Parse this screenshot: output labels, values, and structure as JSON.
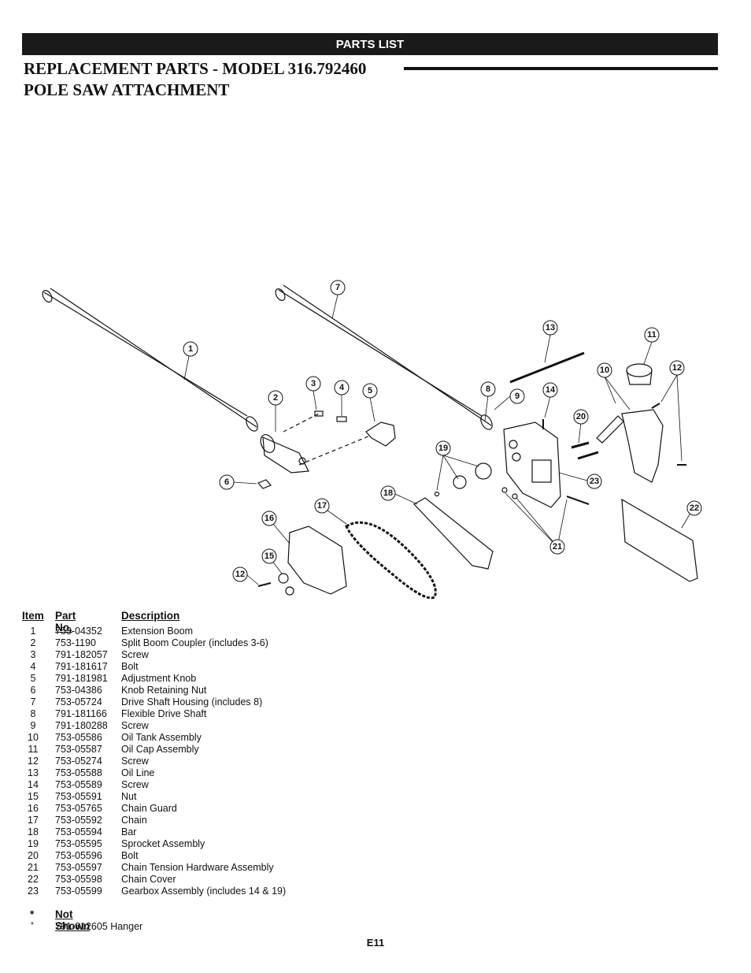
{
  "header": {
    "bar_label": "PARTS LIST",
    "title_line1": "REPLACEMENT PARTS - MODEL 316.792460",
    "title_line2": "POLE SAW ATTACHMENT"
  },
  "diagram": {
    "callouts": [
      "1",
      "2",
      "3",
      "4",
      "5",
      "6",
      "7",
      "8",
      "9",
      "10",
      "11",
      "12",
      "13",
      "14",
      "15",
      "16",
      "17",
      "18",
      "19",
      "20",
      "21",
      "22",
      "23",
      "12"
    ]
  },
  "table": {
    "headers": {
      "item": "Item",
      "part": "Part No.",
      "description": "Description"
    },
    "rows": [
      {
        "item": "1",
        "part": "753-04352",
        "description": "Extension Boom"
      },
      {
        "item": "2",
        "part": "753-1190",
        "description": "Split Boom Coupler (includes 3-6)"
      },
      {
        "item": "3",
        "part": "791-182057",
        "description": "Screw"
      },
      {
        "item": "4",
        "part": "791-181617",
        "description": "Bolt"
      },
      {
        "item": "5",
        "part": "791-181981",
        "description": "Adjustment Knob"
      },
      {
        "item": "6",
        "part": "753-04386",
        "description": "Knob Retaining Nut"
      },
      {
        "item": "7",
        "part": "753-05724",
        "description": "Drive Shaft Housing (includes 8)"
      },
      {
        "item": "8",
        "part": "791-181166",
        "description": "Flexible Drive Shaft"
      },
      {
        "item": "9",
        "part": "791-180288",
        "description": "Screw"
      },
      {
        "item": "10",
        "part": "753-05586",
        "description": "Oil Tank Assembly"
      },
      {
        "item": "11",
        "part": "753-05587",
        "description": "Oil Cap Assembly"
      },
      {
        "item": "12",
        "part": "753-05274",
        "description": "Screw"
      },
      {
        "item": "13",
        "part": "753-05588",
        "description": "Oil Line"
      },
      {
        "item": "14",
        "part": "753-05589",
        "description": "Screw"
      },
      {
        "item": "15",
        "part": "753-05591",
        "description": "Nut"
      },
      {
        "item": "16",
        "part": "753-05765",
        "description": "Chain Guard"
      },
      {
        "item": "17",
        "part": "753-05592",
        "description": "Chain"
      },
      {
        "item": "18",
        "part": "753-05594",
        "description": "Bar"
      },
      {
        "item": "19",
        "part": "753-05595",
        "description": "Sprocket Assembly"
      },
      {
        "item": "20",
        "part": "753-05596",
        "description": "Bolt"
      },
      {
        "item": "21",
        "part": "753-05597",
        "description": "Chain Tension Hardware Assembly"
      },
      {
        "item": "22",
        "part": "753-05598",
        "description": "Chain Cover"
      },
      {
        "item": "23",
        "part": "753-05599",
        "description": "Gearbox Assembly (includes 14 & 19)"
      }
    ]
  },
  "not_shown": {
    "marker": "*",
    "label": "Not Shown",
    "items": [
      {
        "marker": "*",
        "text": "791-612605 Hanger"
      }
    ]
  },
  "footer": {
    "page": "E11"
  }
}
